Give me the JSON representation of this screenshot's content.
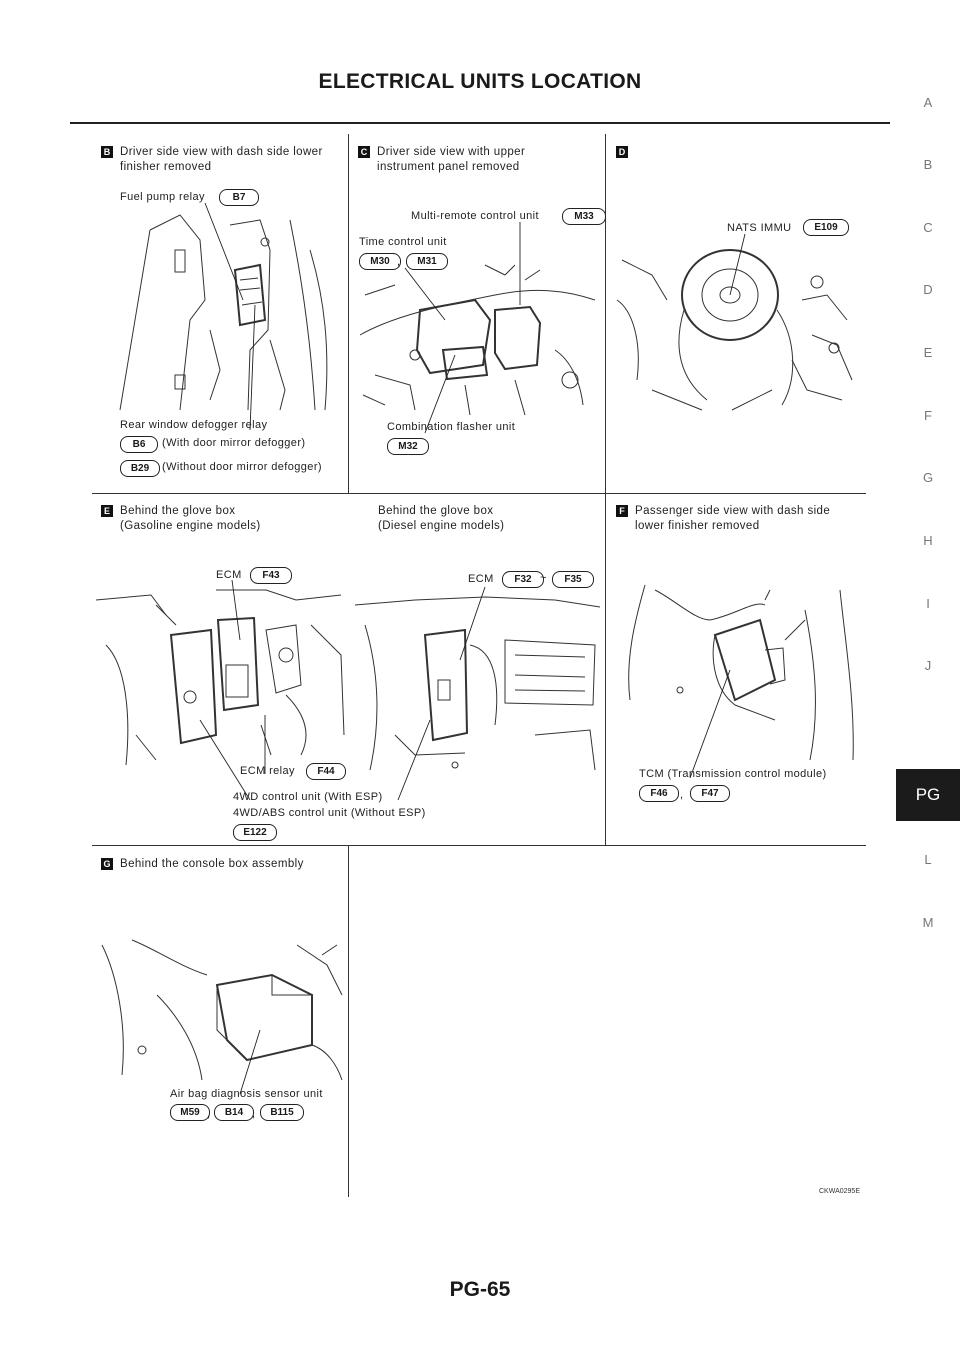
{
  "header": {
    "title": "ELECTRICAL UNITS LOCATION"
  },
  "side_tabs": [
    "A",
    "B",
    "C",
    "D",
    "E",
    "F",
    "G",
    "H",
    "I",
    "J",
    "PG",
    "L",
    "M"
  ],
  "active_tab": "PG",
  "panels": {
    "B": {
      "badge": "B",
      "caption_line1": "Driver side view with dash side lower",
      "caption_line2": "finisher removed",
      "fuel_pump_relay": "Fuel pump relay",
      "fuel_pump_connector": "B7",
      "rear_defogger": "Rear window defogger relay",
      "b6": "B6",
      "b6_note": "(With door mirror defogger)",
      "b29": "B29",
      "b29_note": "(Without door mirror defogger)"
    },
    "C": {
      "badge": "C",
      "caption_line1": "Driver side view with upper",
      "caption_line2": "instrument panel removed",
      "multi_remote": "Multi-remote control unit",
      "m33": "M33",
      "time_control": "Time control unit",
      "m30": "M30",
      "m31": "M31",
      "combination_flasher": "Combination flasher unit",
      "m32": "M32"
    },
    "D": {
      "badge": "D",
      "nats": "NATS IMMU",
      "e109": "E109"
    },
    "E": {
      "badge": "E",
      "caption_line1": "Behind the glove box",
      "caption_line2": "(Gasoline engine models)",
      "caption2_line1": "Behind the glove box",
      "caption2_line2": "(Diesel engine models)",
      "ecm": "ECM",
      "f43": "F43",
      "ecm2": "ECM",
      "f32": "F32",
      "tilde": "~",
      "f35": "F35",
      "ecm_relay": "ECM relay",
      "f44": "F44",
      "fourwd_line1": "4WD control unit (With ESP)",
      "fourwd_line2": "4WD/ABS control unit (Without ESP)",
      "e122": "E122"
    },
    "F": {
      "badge": "F",
      "caption_line1": "Passenger side view with dash side",
      "caption_line2": "lower finisher removed",
      "tcm": "TCM (Transmission control module)",
      "f46": "F46",
      "f47": "F47"
    },
    "G": {
      "badge": "G",
      "caption_line1": "Behind the console box assembly",
      "airbag": "Air bag diagnosis sensor unit",
      "m59": "M59",
      "b14": "B14",
      "b115": "B115"
    }
  },
  "separator": ",",
  "footer": {
    "code": "CKWA0295E",
    "page": "PG-65"
  }
}
